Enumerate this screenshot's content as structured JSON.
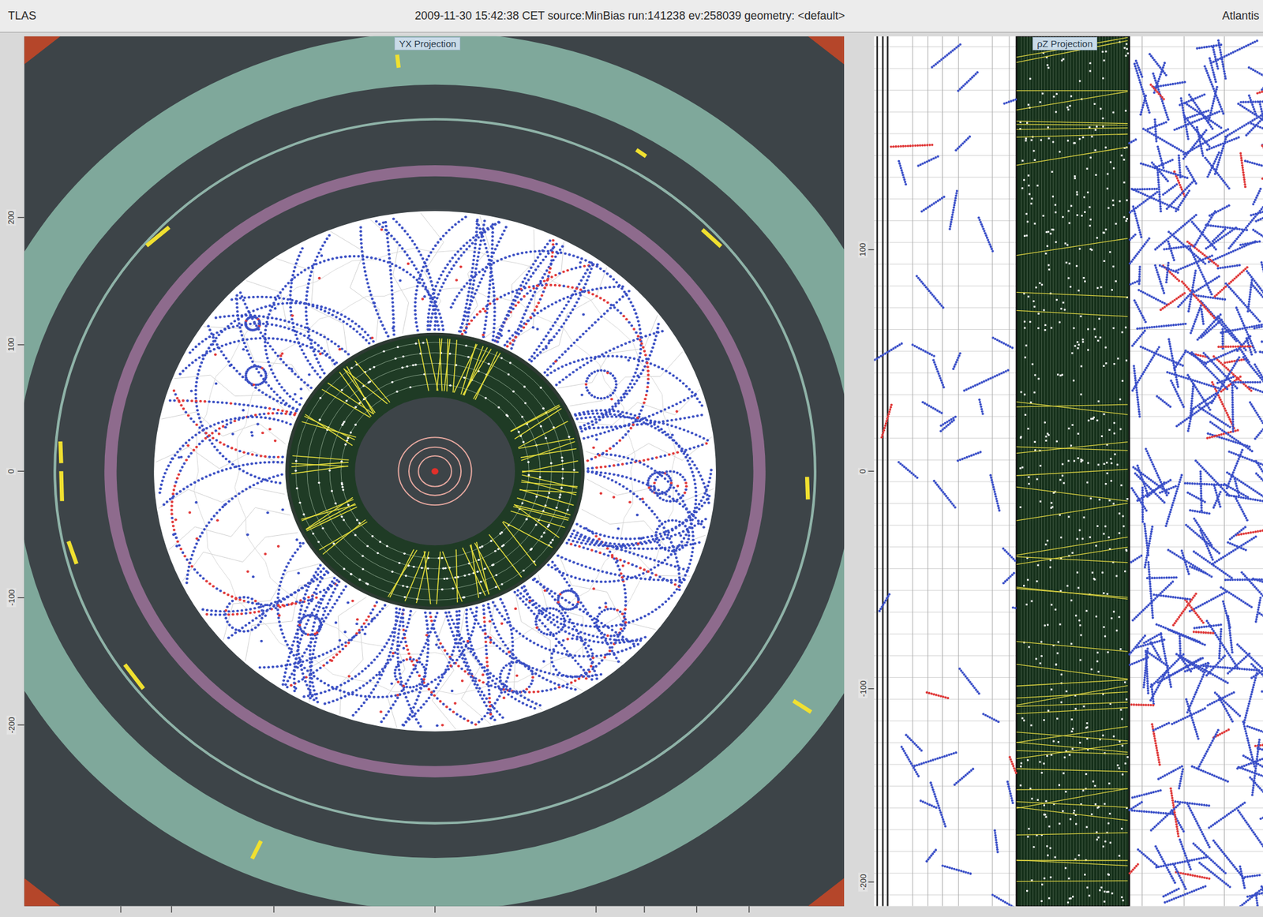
{
  "diagram": {
    "title": "2009-11-30 15:42:38 CET source:MinBias run:141238 ev:258039 geometry: <default>",
    "labels": [
      "TLAS",
      "Atlantis",
      "YX Projection",
      "ρZ Projection",
      "200",
      "100",
      "0",
      "-100",
      "-200",
      "100",
      "0",
      "-100",
      "-200"
    ]
  }
}
